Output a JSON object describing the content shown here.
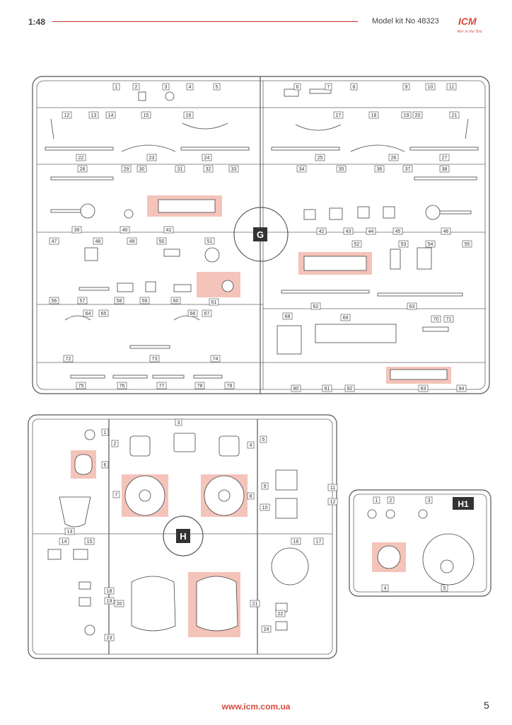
{
  "header": {
    "scale": "1:48",
    "model_kit": "Model kit No 48323",
    "logo_text": "ICM",
    "logo_tagline": "War in the Test"
  },
  "sprue_g": {
    "label": "G",
    "part_numbers": [
      "1",
      "2",
      "3",
      "4",
      "5",
      "6",
      "7",
      "8",
      "9",
      "10",
      "11",
      "12",
      "13",
      "14",
      "15",
      "16",
      "17",
      "18",
      "19",
      "20",
      "21",
      "22",
      "23",
      "24",
      "25",
      "26",
      "27",
      "28",
      "29",
      "30",
      "31",
      "32",
      "33",
      "34",
      "35",
      "36",
      "37",
      "38",
      "39",
      "40",
      "41",
      "42",
      "43",
      "44",
      "45",
      "46",
      "47",
      "48",
      "49",
      "50",
      "51",
      "52",
      "53",
      "54",
      "55",
      "56",
      "57",
      "58",
      "59",
      "60",
      "61",
      "62",
      "63",
      "64",
      "65",
      "66",
      "67",
      "68",
      "69",
      "70",
      "71",
      "72",
      "73",
      "74",
      "75",
      "76",
      "77",
      "78",
      "79",
      "80",
      "81",
      "82",
      "83",
      "84"
    ]
  },
  "sprue_h": {
    "label": "H",
    "part_numbers": [
      "1",
      "2",
      "3",
      "4",
      "5",
      "6",
      "7",
      "8",
      "9",
      "10",
      "11",
      "12",
      "13",
      "14",
      "15",
      "16",
      "17",
      "18",
      "19",
      "20",
      "21",
      "22",
      "23",
      "24"
    ]
  },
  "sprue_h1": {
    "label": "H1",
    "part_numbers": [
      "1",
      "2",
      "3",
      "4",
      "5"
    ]
  },
  "footer": {
    "url": "www.icm.com.ua",
    "page": "5"
  }
}
